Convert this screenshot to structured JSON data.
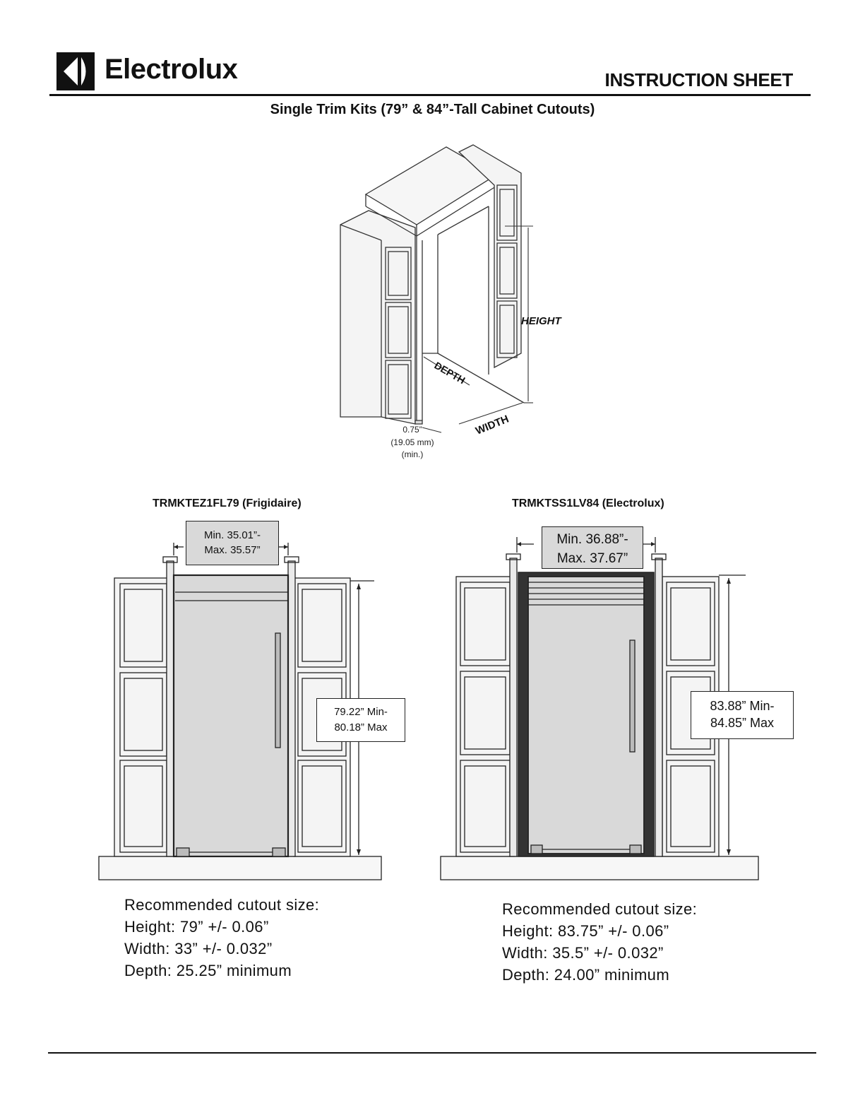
{
  "header": {
    "brand": "Electrolux",
    "logo_icon": "electrolux-logo-icon",
    "sheet_title": "INSTRUCTION SHEET",
    "subtitle": "Single Trim Kits (79” & 84”-Tall Cabinet Cutouts)"
  },
  "iso_diagram": {
    "height_label": "HEIGHT",
    "depth_label": "DEPTH",
    "width_label": "WIDTH",
    "gap_label_1": "0.75”",
    "gap_label_2": "(19.05 mm)",
    "gap_label_3": "(min.)"
  },
  "kits": [
    {
      "name": "TRMKTEZ1FL79 (Frigidaire)",
      "width_range_1": "Min. 35.01”-",
      "width_range_2": "Max. 35.57”",
      "height_range_1": "79.22” Min-",
      "height_range_2": "80.18” Max",
      "rec_title": "Recommended cutout size:",
      "rec_height": "Height: 79” +/- 0.06”",
      "rec_width": "Width: 33” +/- 0.032”",
      "rec_depth": "Depth: 25.25” minimum"
    },
    {
      "name": "TRMKTSS1LV84 (Electrolux)",
      "width_range_1": "Min. 36.88”-",
      "width_range_2": "Max. 37.67”",
      "height_range_1": "83.88” Min-",
      "height_range_2": "84.85” Max",
      "rec_title": "Recommended cutout size:",
      "rec_height": "Height: 83.75” +/- 0.06”",
      "rec_width": "Width: 35.5” +/- 0.032”",
      "rec_depth": "Depth: 24.00” minimum"
    }
  ]
}
